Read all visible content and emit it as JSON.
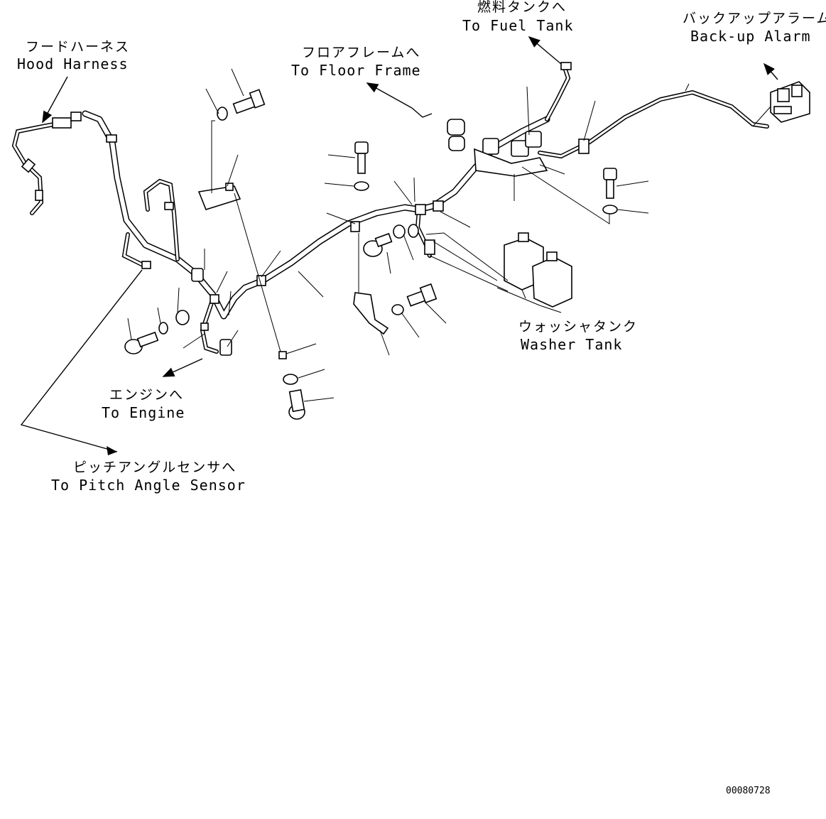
{
  "labels": {
    "hood_harness_jp": "フードハーネス",
    "hood_harness_en": "Hood Harness",
    "floor_frame_jp": "フロアフレームへ",
    "floor_frame_en": "To Floor Frame",
    "fuel_tank_jp": "燃料タンクへ",
    "fuel_tank_en": "To Fuel Tank",
    "backup_alarm_jp": "バックアップアラーム",
    "backup_alarm_en": "Back-up Alarm",
    "washer_tank_jp": "ウォッシャタンク",
    "washer_tank_en": "Washer Tank",
    "engine_jp": "エンジンへ",
    "engine_en": "To Engine",
    "pitch_sensor_jp": "ピッチアングルセンサへ",
    "pitch_sensor_en": "To Pitch Angle Sensor"
  },
  "drawing_code": "00080728"
}
